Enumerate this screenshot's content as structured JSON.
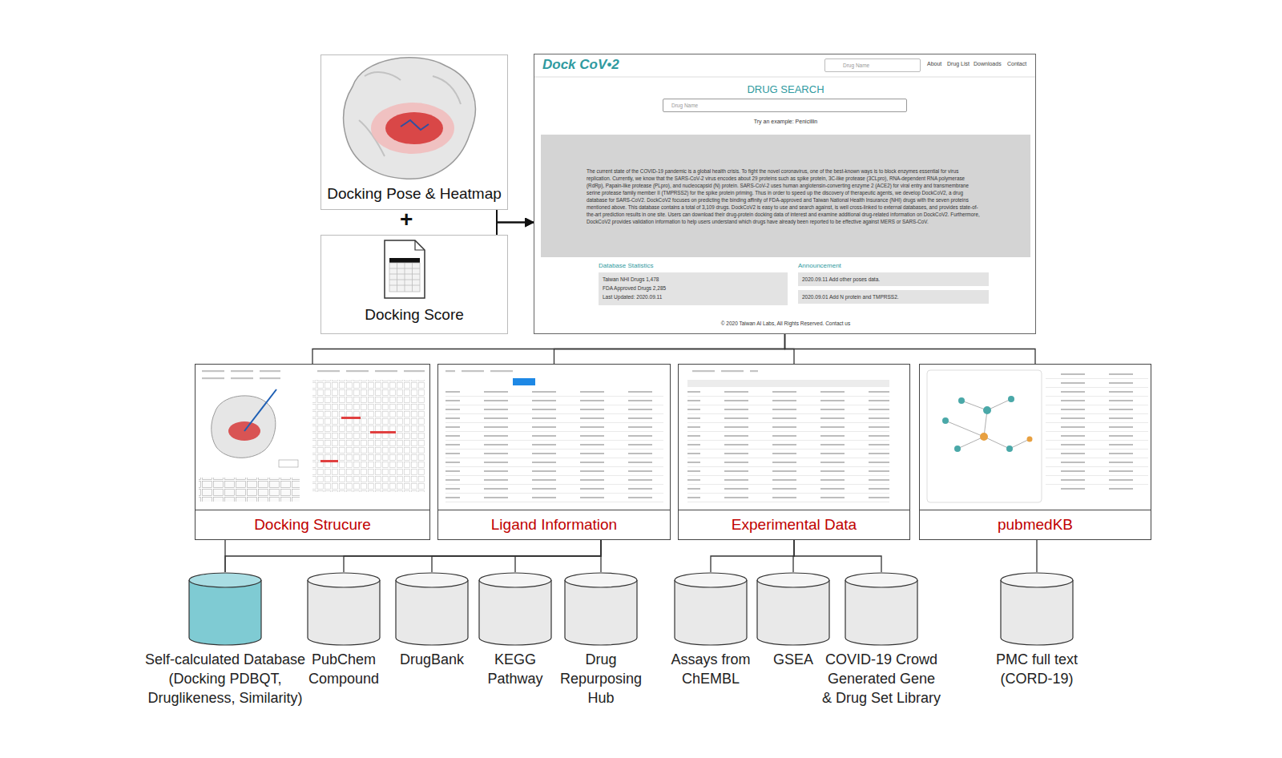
{
  "diagram": {
    "nodes": [
      {
        "text": [
          "Docking Pose & Heatmap"
        ]
      },
      {
        "text": [
          "Docking Score"
        ]
      },
      {
        "text": [
          "Dock CoV•2",
          "About",
          "Drug List",
          "Downloads",
          "Contact",
          "DRUG SEARCH",
          "Try an example: Penicillin",
          "Database Statistics",
          "Announcement",
          "© 2020 Taiwan AI Labs, All Rights Reserved. Contact us"
        ]
      },
      {
        "text": [
          "Drug Name"
        ],
        "in": 2
      },
      {
        "text": [
          "Drug Name"
        ],
        "in": 2
      },
      {
        "text": [
          "The current state of the COVID-19 pandemic is a global health crisis. To fight the novel coronavirus, one of the best-known ways is to block enzymes essential for virus replication. Currently, we know that the SARS-CoV-2 virus encodes about 29 proteins such as spike protein, 3C-like protease (3CLpro), RNA-dependent RNA polymerase (RdRp), Papain-like protease (PLpro), and nucleocapsid (N) protein. SARS-CoV-2 uses human angiotensin-converting enzyme 2 (ACE2) for viral entry and transmembrane serine protease family member II (TMPRSS2) for the spike protein priming. Thus in order to speed up the discovery of therapeutic agents, we develop DockCoV2, a drug database for SARS-CoV2. DockCoV2 focuses on predicting the binding affinity of FDA-approved and Taiwan National Health Insurance (NHI) drugs with the seven proteins mentioned above. This database contains a total of 3,109 drugs. DockCoV2 is easy to use and search against, is well cross-linked to external databases, and provides state-of-the-art prediction results in one site. Users can download their drug-protein docking data of interest and examine additional drug-related information on DockCoV2. Furthermore, DockCoV2 provides validation information to help users understand which drugs have already been reported to be effective against MERS or SARS-CoV."
        ],
        "in": 2
      },
      {
        "text": [
          "Taiwan NHI Drugs 1,478",
          "FDA Approved Drugs 2,285",
          "Last Updated: 2020.09.11"
        ],
        "in": 2
      },
      {
        "text": [
          "2020.09.11 Add other poses data."
        ],
        "in": 2
      },
      {
        "text": [
          "2020.09.01 Add N protein and TMPRSS2."
        ],
        "in": 2
      },
      {
        "text": [
          "Docking Strucure"
        ]
      },
      {
        "text": [
          "Ligand Information"
        ]
      },
      {
        "text": [
          "Experimental Data"
        ]
      },
      {
        "text": [
          "pubmedKB"
        ]
      },
      {
        "text": [
          "Self-calculated Database (Docking PDBQT, Druglikeness, Similarity)"
        ]
      },
      {
        "text": [
          "PubChem Compound"
        ]
      },
      {
        "text": [
          "DrugBank"
        ]
      },
      {
        "text": [
          "KEGG Pathway"
        ]
      },
      {
        "text": [
          "Drug Repurposing Hub"
        ]
      },
      {
        "text": [
          "Assays from ChEMBL"
        ]
      },
      {
        "text": [
          "GSEA"
        ]
      },
      {
        "text": [
          "COVID-19 Crowd Generated Gene & Drug Set Library"
        ]
      },
      {
        "text": [
          "PMC full text (CORD-19)"
        ]
      }
    ],
    "edges": [
      {
        "from": 0,
        "to": 2,
        "arrow": "to"
      },
      {
        "from": 1,
        "to": 2,
        "arrow": "to"
      },
      {
        "from": 2,
        "to": 9,
        "arrow": "none"
      },
      {
        "from": 2,
        "to": 10,
        "arrow": "none"
      },
      {
        "from": 2,
        "to": 11,
        "arrow": "none"
      },
      {
        "from": 2,
        "to": 12,
        "arrow": "none"
      },
      {
        "from": 9,
        "to": 13,
        "arrow": "none"
      },
      {
        "from": 10,
        "to": 13,
        "arrow": "none"
      },
      {
        "from": 10,
        "to": 14,
        "arrow": "none"
      },
      {
        "from": 10,
        "to": 15,
        "arrow": "none"
      },
      {
        "from": 10,
        "to": 16,
        "arrow": "none"
      },
      {
        "from": 10,
        "to": 17,
        "arrow": "none"
      },
      {
        "from": 11,
        "to": 18,
        "arrow": "none"
      },
      {
        "from": 11,
        "to": 19,
        "arrow": "none"
      },
      {
        "from": 11,
        "to": 20,
        "arrow": "none"
      },
      {
        "from": 12,
        "to": 21,
        "arrow": "none"
      }
    ],
    "labels": [
      "+"
    ]
  }
}
